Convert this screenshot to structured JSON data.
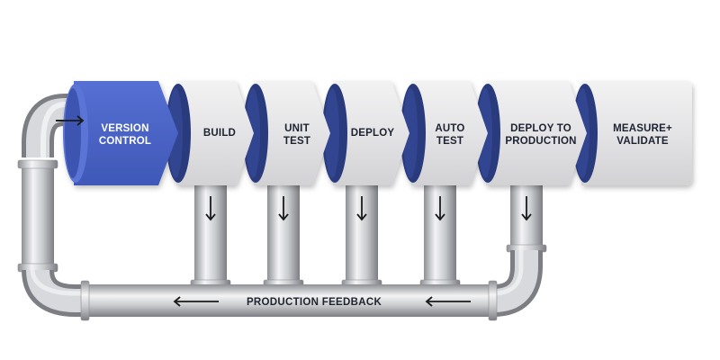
{
  "stages": [
    {
      "id": "version-control",
      "lines": [
        "VERSION",
        "CONTROL"
      ],
      "highlight": true
    },
    {
      "id": "build",
      "lines": [
        "BUILD"
      ],
      "highlight": false
    },
    {
      "id": "unit-test",
      "lines": [
        "UNIT",
        "TEST"
      ],
      "highlight": false
    },
    {
      "id": "deploy",
      "lines": [
        "DEPLOY"
      ],
      "highlight": false
    },
    {
      "id": "auto-test",
      "lines": [
        "AUTO",
        "TEST"
      ],
      "highlight": false
    },
    {
      "id": "deploy-to-production",
      "lines": [
        "DEPLOY TO",
        "PRODUCTION"
      ],
      "highlight": false
    },
    {
      "id": "measure-validate",
      "lines": [
        "MEASURE+",
        "VALIDATE"
      ],
      "highlight": false
    }
  ],
  "feedback_label": "PRODUCTION FEEDBACK",
  "colors": {
    "highlight": "#4a66c8",
    "ellipse": "#2b3a7d",
    "stage_fill": "#e3e3e5",
    "pipe": "#b9bbbf"
  }
}
